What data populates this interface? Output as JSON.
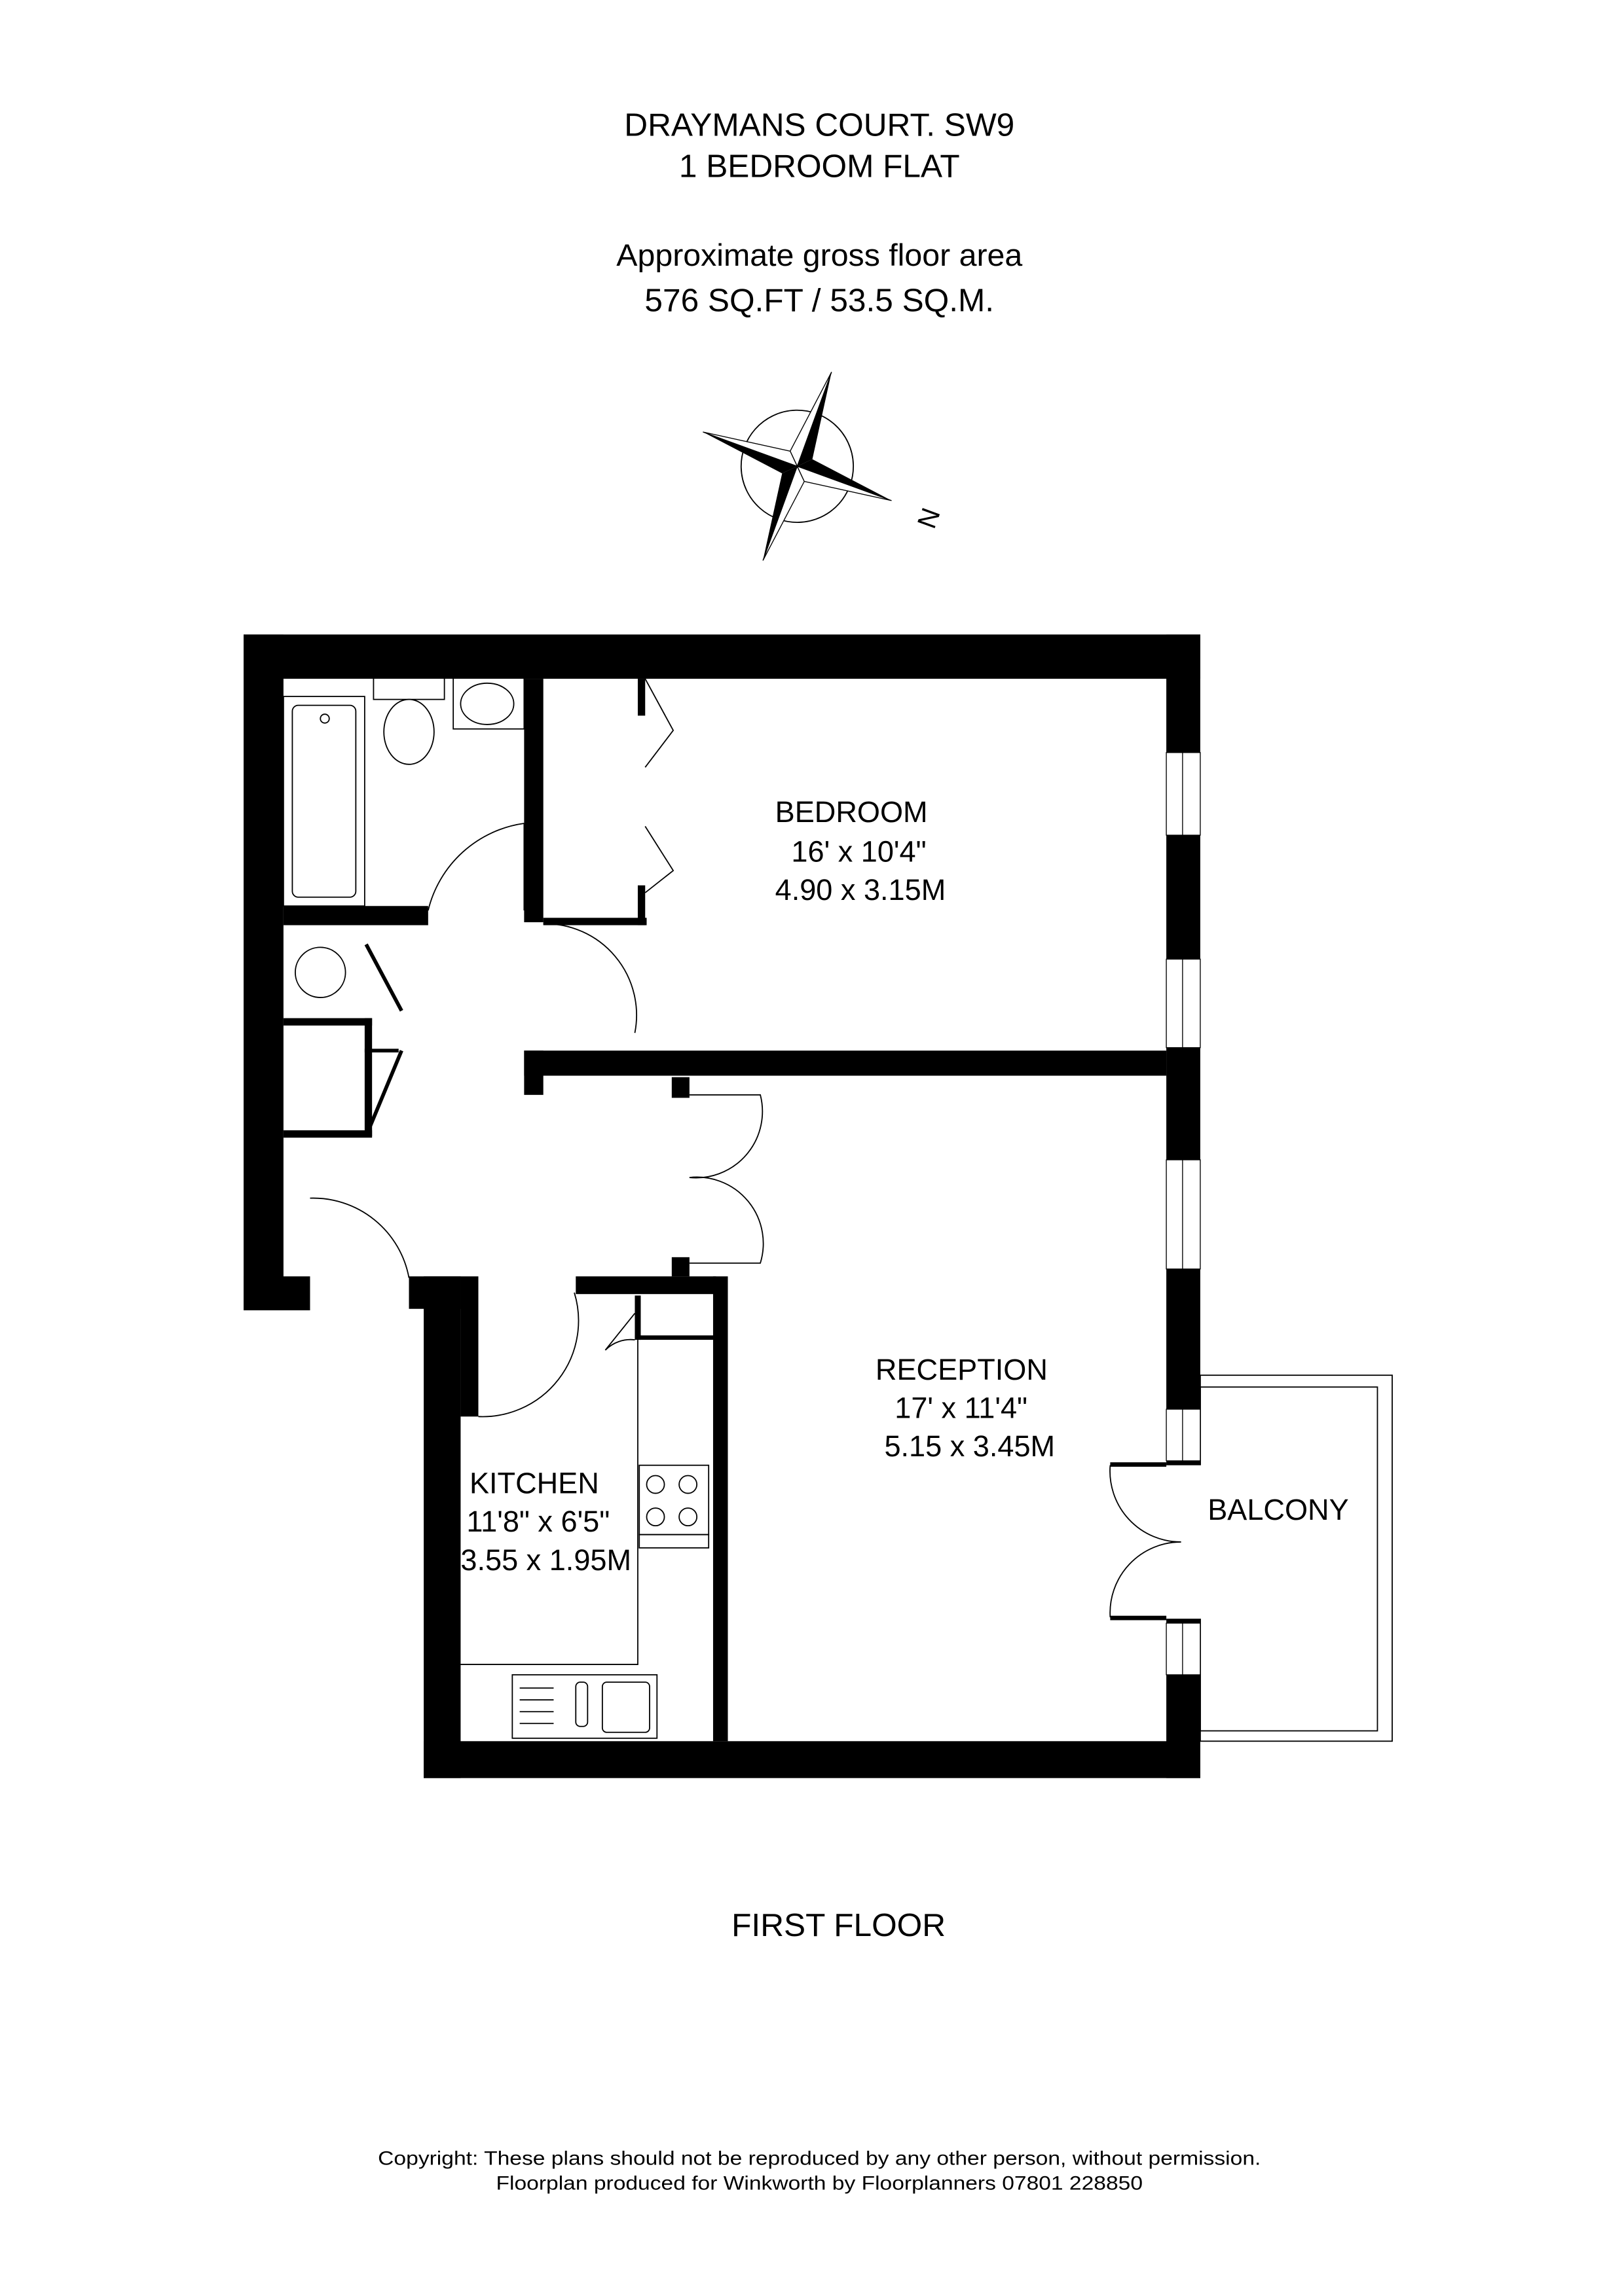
{
  "header": {
    "title_line1": "DRAYMANS COURT. SW9",
    "title_line2": "1 BEDROOM FLAT",
    "area_label": "Approximate gross floor area",
    "area_value": "576 SQ.FT / 53.5 SQ.M."
  },
  "compass": {
    "north_label": "N"
  },
  "rooms": {
    "bedroom": {
      "name": "BEDROOM",
      "imperial": "16' x 10'4\"",
      "metric": "4.90 x 3.15M"
    },
    "reception": {
      "name": "RECEPTION",
      "imperial": "17' x 11'4\"",
      "metric": "5.15 x 3.45M"
    },
    "kitchen": {
      "name": "KITCHEN",
      "imperial": "11'8\" x 6'5\"",
      "metric": "3.55 x 1.95M"
    },
    "balcony": {
      "name": "BALCONY"
    }
  },
  "floor_label": "FIRST FLOOR",
  "footer": {
    "copyright": "Copyright: These plans should not be reproduced by any other person, without permission.",
    "credit": "Floorplan produced for Winkworth by Floorplanners 07801 228850"
  }
}
